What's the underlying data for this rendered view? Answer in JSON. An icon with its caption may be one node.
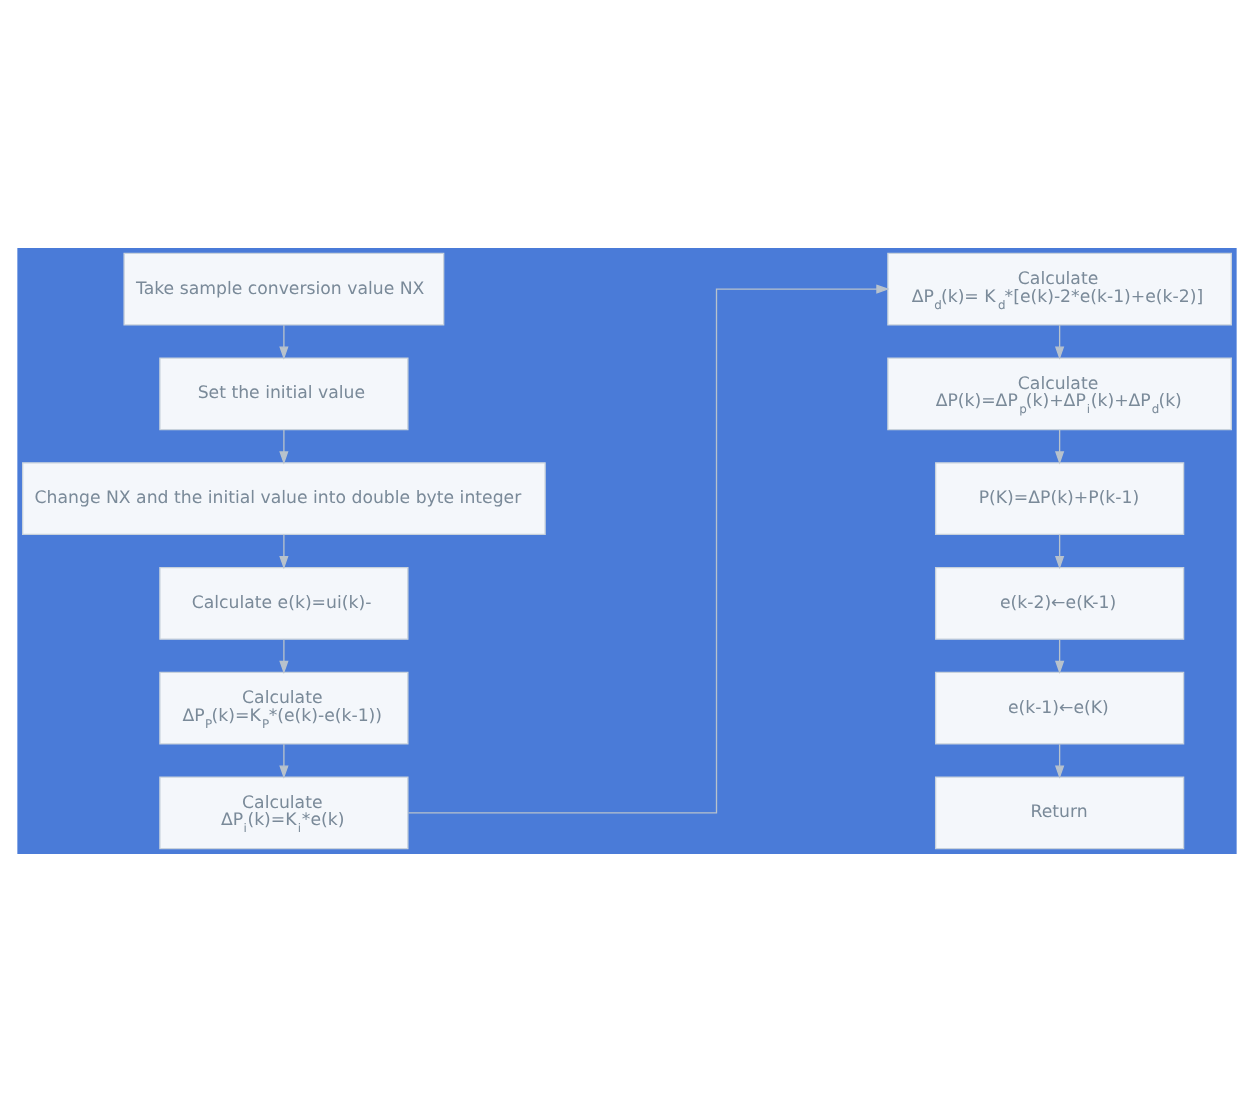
{
  "diagram": {
    "nodes": [
      {
        "text": [
          "Take sample conversion value NX"
        ]
      },
      {
        "text": [
          "Set the initial value"
        ]
      },
      {
        "text": [
          "Change NX and the initial value into double byte integer"
        ]
      },
      {
        "text": [
          "Calculate e(k)=ui(k)-"
        ]
      },
      {
        "text": [
          "Calculate",
          "ΔP$_{P}$(k)=K$_{P}$*(e(k)-e(k-1))"
        ]
      },
      {
        "text": [
          "Calculate",
          "ΔP$_{i}$(k)=K$_{i}$*e(k)"
        ]
      },
      {
        "text": [
          "Calculate",
          "ΔP$_{d}$(k)= K$_{d}$*[e(k)-2*e(k-1)+e(k-2)]"
        ]
      },
      {
        "text": [
          "Calculate",
          "ΔP(k)=ΔP$_{p}$(k)+ΔP$_{i}$(k)+ΔP$_{d}$(k)"
        ]
      },
      {
        "text": [
          "P(K)=ΔP(k)+P(k-1)"
        ]
      },
      {
        "text": [
          "e(k-2)←e(K-1)"
        ]
      },
      {
        "text": [
          "e(k-1)←e(K)"
        ]
      },
      {
        "text": [
          "Return"
        ]
      }
    ],
    "edges": [
      {
        "from": 0,
        "to": 1,
        "arrow": "to"
      },
      {
        "from": 1,
        "to": 2,
        "arrow": "to"
      },
      {
        "from": 2,
        "to": 3,
        "arrow": "to"
      },
      {
        "from": 3,
        "to": 4,
        "arrow": "to"
      },
      {
        "from": 4,
        "to": 5,
        "arrow": "to"
      },
      {
        "from": 5,
        "to": 6,
        "arrow": "to"
      },
      {
        "from": 6,
        "to": 7,
        "arrow": "to"
      },
      {
        "from": 7,
        "to": 8,
        "arrow": "to"
      },
      {
        "from": 8,
        "to": 9,
        "arrow": "to"
      },
      {
        "from": 9,
        "to": 10,
        "arrow": "to"
      },
      {
        "from": 10,
        "to": 11,
        "arrow": "to"
      }
    ]
  }
}
